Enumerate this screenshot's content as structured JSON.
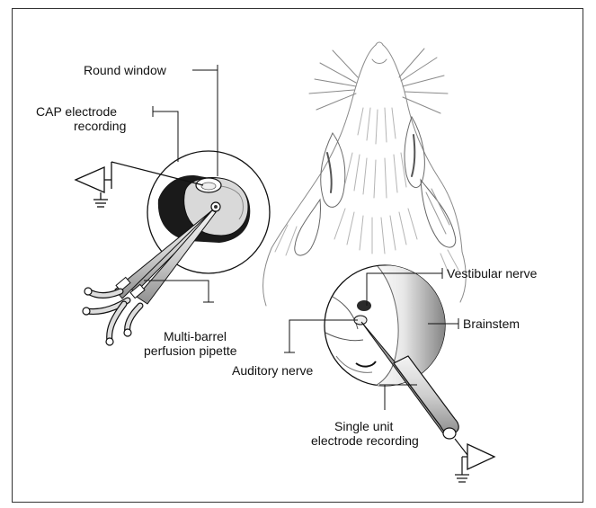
{
  "labels": {
    "round_window": "Round window",
    "cap_electrode_line1": "CAP electrode",
    "cap_electrode_line2": "recording",
    "multi_barrel_line1": "Multi-barrel",
    "multi_barrel_line2": "perfusion pipette",
    "vestibular_nerve": "Vestibular nerve",
    "brainstem": "Brainstem",
    "auditory_nerve": "Auditory nerve",
    "single_unit_line1": "Single unit",
    "single_unit_line2": "electrode recording"
  },
  "colors": {
    "line": "#111111",
    "sketch": "#8a8a8a",
    "background": "#ffffff"
  }
}
